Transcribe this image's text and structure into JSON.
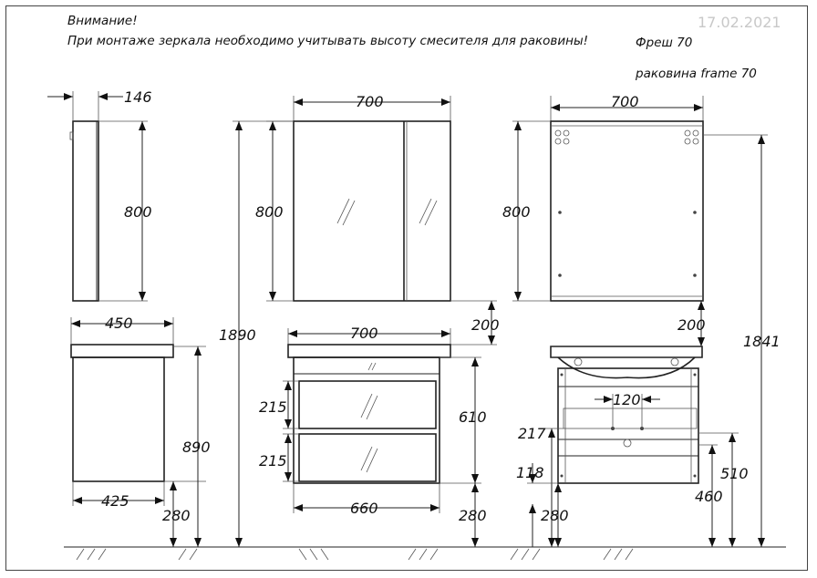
{
  "header": {
    "warning_title": "Внимание!",
    "warning_text": "При монтаже зеркала необходимо учитывать высоту смесителя для раковины!",
    "product_name": "Фреш 70",
    "sink_name": "раковина  frame 70",
    "date": "17.02.2021"
  },
  "side_view": {
    "depth_mirror": "146",
    "height_mirror": "800",
    "depth_sink": "450",
    "depth_cabinet": "425",
    "height_total": "890",
    "leg_height": "280"
  },
  "front_view": {
    "width_mirror": "700",
    "height_mirror": "800",
    "height_to_mirror": "1890",
    "gap_mirror_sink": "200",
    "width_sink": "700",
    "drawer_height_1": "215",
    "drawer_height_2": "215",
    "cabinet_height": "610",
    "cabinet_width": "660",
    "leg_height": "280"
  },
  "rear_view": {
    "width_mirror": "700",
    "height_mirror": "800",
    "mount_height": "1841",
    "gap_mirror_sink": "200",
    "pipe_spacing": "120",
    "pipe_height": "217",
    "drain_offset": "118",
    "mount_1": "510",
    "mount_2": "460",
    "leg_height": "280"
  }
}
